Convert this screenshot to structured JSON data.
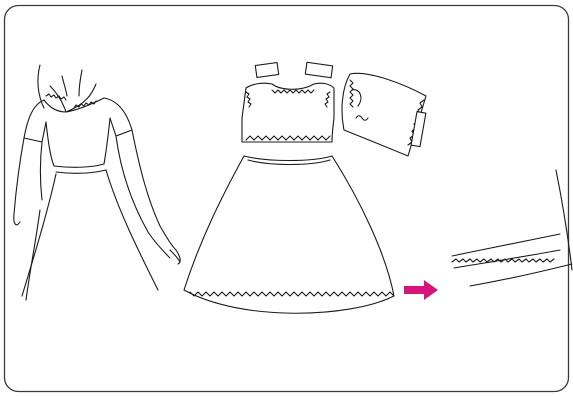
{
  "illustration": {
    "frame_color": "#3a3a3a",
    "line_color": "#1a1a1a",
    "accent_color": "#d4157a",
    "arrow_icon": "arrow-right-icon",
    "parts": [
      "figure",
      "bodice",
      "sleeve",
      "skirt",
      "hem-detail"
    ]
  }
}
